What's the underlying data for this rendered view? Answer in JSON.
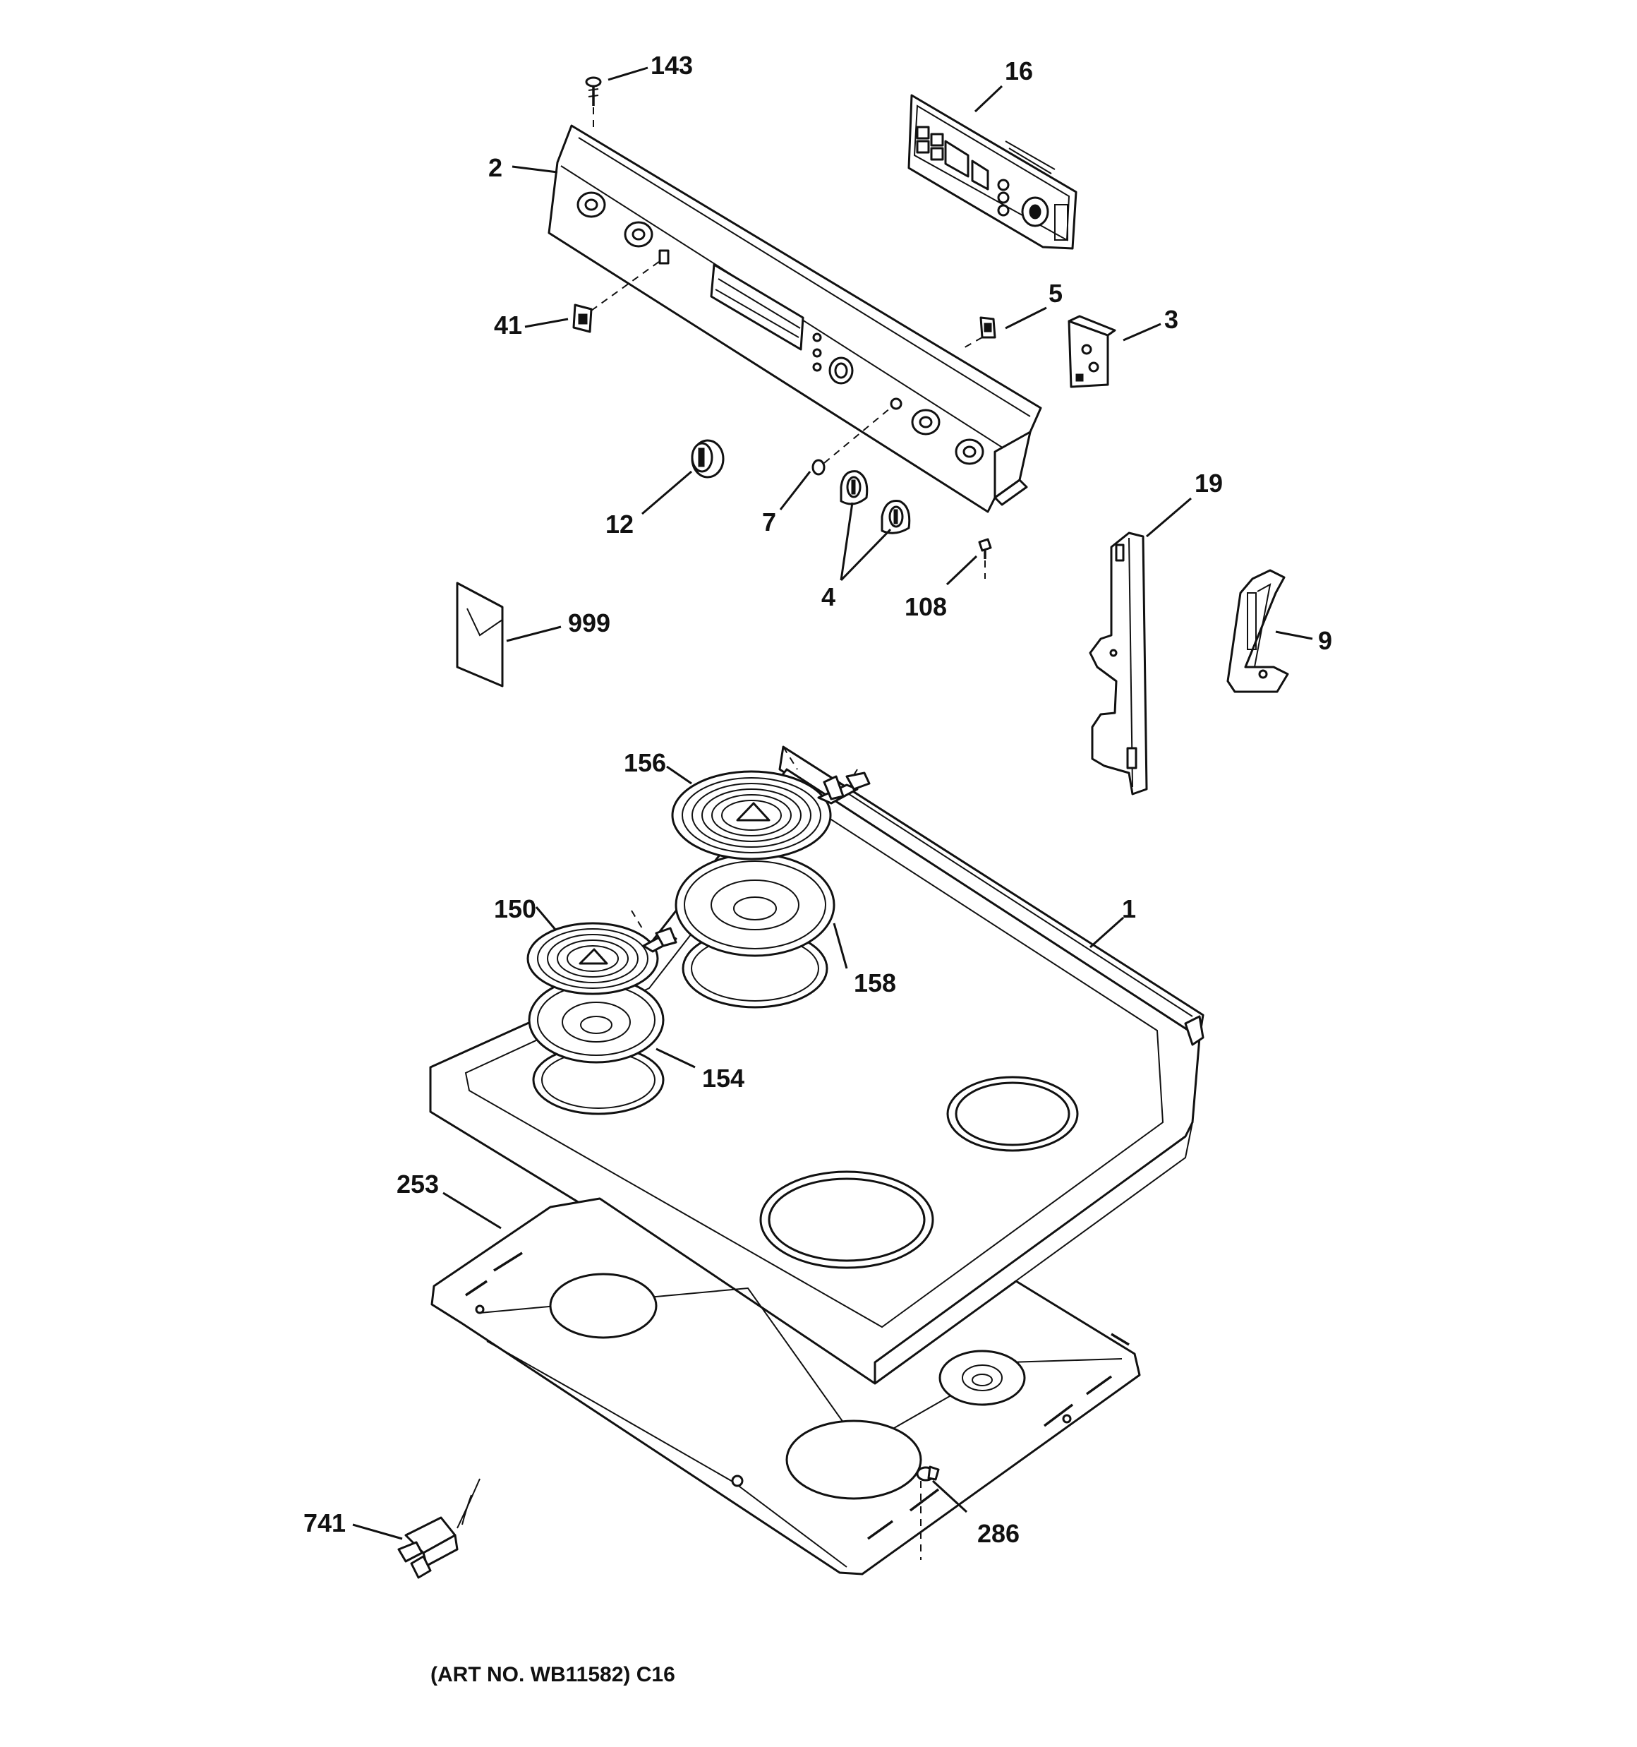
{
  "callouts": {
    "c143": "143",
    "c16": "16",
    "c2": "2",
    "c41": "41",
    "c5": "5",
    "c3": "3",
    "c12": "12",
    "c7": "7",
    "c4": "4",
    "c108": "108",
    "c19": "19",
    "c999": "999",
    "c9": "9",
    "c156": "156",
    "c150": "150",
    "c1": "1",
    "c158": "158",
    "c154": "154",
    "c253": "253",
    "c741": "741",
    "c286": "286"
  },
  "caption": "(ART NO. WB11582) C16",
  "colors": {
    "line": "#111111",
    "background": "#ffffff"
  }
}
